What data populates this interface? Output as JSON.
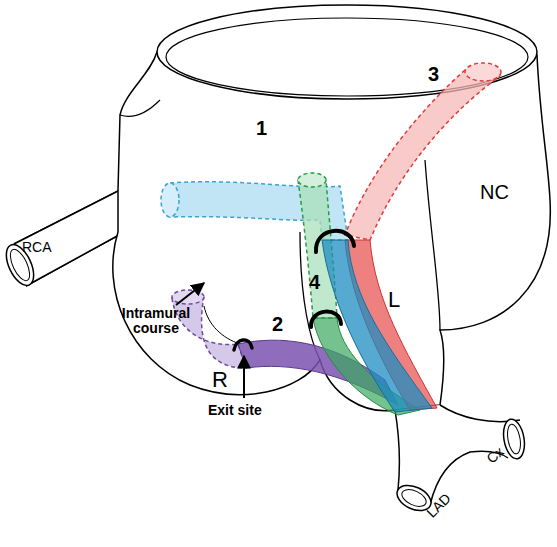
{
  "diagram": {
    "labels": [
      "3",
      "1",
      "NC",
      "RCA",
      "4",
      "L",
      "Intramural course",
      "2",
      "R",
      "Exit site",
      "Cx",
      "LAD"
    ]
  }
}
